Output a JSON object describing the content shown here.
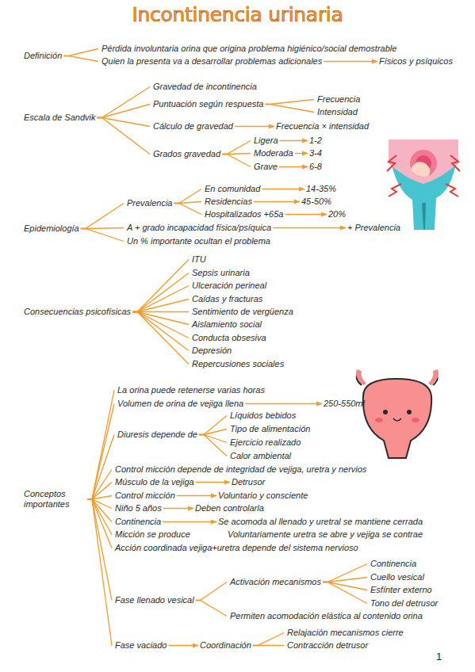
{
  "diagram": {
    "title": "Incontinencia urinaria",
    "nodes": [
      {
        "text": [
          "Definición"
        ]
      },
      {
        "text": [
          "Pérdida involuntaria orina que origina problema higiénico/social demostrable"
        ]
      },
      {
        "text": [
          "Quien la presenta va a desarrollar problemas adicionales"
        ]
      },
      {
        "text": [
          "Físicos y psíquicos"
        ]
      },
      {
        "text": [
          "Escala de Sandvik"
        ]
      },
      {
        "text": [
          "Gravedad de incontinencia"
        ]
      },
      {
        "text": [
          "Puntuación según respuesta"
        ]
      },
      {
        "text": [
          "Frecuencia"
        ]
      },
      {
        "text": [
          "Intensidad"
        ]
      },
      {
        "text": [
          "Cálculo de gravedad"
        ]
      },
      {
        "text": [
          "Frecuencia × intensidad"
        ]
      },
      {
        "text": [
          "Grados gravedad"
        ]
      },
      {
        "text": [
          "Ligera"
        ]
      },
      {
        "text": [
          "1-2"
        ]
      },
      {
        "text": [
          "Moderada"
        ]
      },
      {
        "text": [
          "3-4"
        ]
      },
      {
        "text": [
          "Grave"
        ]
      },
      {
        "text": [
          "6-8"
        ]
      },
      {
        "text": [
          "Epidemiología"
        ]
      },
      {
        "text": [
          "Prevalencia"
        ]
      },
      {
        "text": [
          "En comunidad"
        ]
      },
      {
        "text": [
          "14-35%"
        ]
      },
      {
        "text": [
          "Residencias"
        ]
      },
      {
        "text": [
          "45-50%"
        ]
      },
      {
        "text": [
          "Hospitalizados +65a"
        ]
      },
      {
        "text": [
          "20%"
        ]
      },
      {
        "text": [
          "A + grado incapacidad física/psíquica"
        ]
      },
      {
        "text": [
          "+ Prevalencia"
        ]
      },
      {
        "text": [
          "Un % importante ocultan el problema"
        ]
      },
      {
        "text": [
          "Consecuencias psicofísicas"
        ]
      },
      {
        "text": [
          "ITU"
        ]
      },
      {
        "text": [
          "Sepsis urinaria"
        ]
      },
      {
        "text": [
          "Ulceración perineal"
        ]
      },
      {
        "text": [
          "Caídas y fracturas"
        ]
      },
      {
        "text": [
          "Sentimiento de vergüenza"
        ]
      },
      {
        "text": [
          "Aislamiento social"
        ]
      },
      {
        "text": [
          "Conducta obsesiva"
        ]
      },
      {
        "text": [
          "Depresión"
        ]
      },
      {
        "text": [
          "Repercusiones sociales"
        ]
      },
      {
        "text": [
          "Conceptos importantes"
        ]
      },
      {
        "text": [
          "La orina puede retenerse varias horas"
        ]
      },
      {
        "text": [
          "Volumen de orina de vejiga llena"
        ]
      },
      {
        "text": [
          "250-550ml"
        ]
      },
      {
        "text": [
          "Diuresis depende de"
        ]
      },
      {
        "text": [
          "Líquidos bebidos"
        ]
      },
      {
        "text": [
          "Tipo de alimentación"
        ]
      },
      {
        "text": [
          "Ejercicio realizado"
        ]
      },
      {
        "text": [
          "Calor ambiental"
        ]
      },
      {
        "text": [
          "Control micción depende de integridad de vejiga, uretra y nervios"
        ]
      },
      {
        "text": [
          "Músculo de la vejiga"
        ]
      },
      {
        "text": [
          "Detrusor"
        ]
      },
      {
        "text": [
          "Control micción"
        ]
      },
      {
        "text": [
          "Voluntario y consciente"
        ]
      },
      {
        "text": [
          "Niño 5 años"
        ]
      },
      {
        "text": [
          "Deben controlarla"
        ]
      },
      {
        "text": [
          "Continencia"
        ]
      },
      {
        "text": [
          "Se acomoda al llenado y uretral se mantiene cerrada"
        ]
      },
      {
        "text": [
          "Micción se produce"
        ]
      },
      {
        "text": [
          "Voluntariamente uretra se abre y vejiga se contrae"
        ]
      },
      {
        "text": [
          "Acción coordinada vejiga+uretra depende del sistema nervioso"
        ]
      },
      {
        "text": [
          "Fase llenado vesical"
        ]
      },
      {
        "text": [
          "Activación mecanismos"
        ]
      },
      {
        "text": [
          "Continencia"
        ]
      },
      {
        "text": [
          "Cuello vesical"
        ]
      },
      {
        "text": [
          "Esfínter externo"
        ]
      },
      {
        "text": [
          "Tono del detrusor"
        ]
      },
      {
        "text": [
          "Permiten acomodación elástica al contenido orina"
        ]
      },
      {
        "text": [
          "Fase vaciado"
        ]
      },
      {
        "text": [
          "Coordinación"
        ]
      },
      {
        "text": [
          "Relajación mecanismos cierre"
        ]
      },
      {
        "text": [
          "Contracción detrusor"
        ]
      }
    ],
    "edges": [
      {
        "from": 0,
        "to": 1,
        "arrow": "none"
      },
      {
        "from": 0,
        "to": 2,
        "arrow": "none"
      },
      {
        "from": 2,
        "to": 3,
        "arrow": "to"
      },
      {
        "from": 4,
        "to": 5,
        "arrow": "none"
      },
      {
        "from": 4,
        "to": 6,
        "arrow": "none"
      },
      {
        "from": 4,
        "to": 9,
        "arrow": "none"
      },
      {
        "from": 4,
        "to": 11,
        "arrow": "none"
      },
      {
        "from": 6,
        "to": 7,
        "arrow": "none"
      },
      {
        "from": 6,
        "to": 8,
        "arrow": "none"
      },
      {
        "from": 9,
        "to": 10,
        "arrow": "to"
      },
      {
        "from": 11,
        "to": 12,
        "arrow": "none"
      },
      {
        "from": 11,
        "to": 14,
        "arrow": "none"
      },
      {
        "from": 11,
        "to": 16,
        "arrow": "none"
      },
      {
        "from": 12,
        "to": 13,
        "arrow": "to"
      },
      {
        "from": 14,
        "to": 15,
        "arrow": "to"
      },
      {
        "from": 16,
        "to": 17,
        "arrow": "to"
      },
      {
        "from": 18,
        "to": 19,
        "arrow": "none"
      },
      {
        "from": 18,
        "to": 26,
        "arrow": "none"
      },
      {
        "from": 18,
        "to": 28,
        "arrow": "none"
      },
      {
        "from": 19,
        "to": 20,
        "arrow": "none"
      },
      {
        "from": 19,
        "to": 22,
        "arrow": "none"
      },
      {
        "from": 19,
        "to": 24,
        "arrow": "none"
      },
      {
        "from": 20,
        "to": 21,
        "arrow": "to"
      },
      {
        "from": 22,
        "to": 23,
        "arrow": "to"
      },
      {
        "from": 24,
        "to": 25,
        "arrow": "to"
      },
      {
        "from": 26,
        "to": 27,
        "arrow": "to"
      },
      {
        "from": 29,
        "to": 30,
        "arrow": "none"
      },
      {
        "from": 29,
        "to": 31,
        "arrow": "none"
      },
      {
        "from": 29,
        "to": 32,
        "arrow": "none"
      },
      {
        "from": 29,
        "to": 33,
        "arrow": "none"
      },
      {
        "from": 29,
        "to": 34,
        "arrow": "none"
      },
      {
        "from": 29,
        "to": 35,
        "arrow": "none"
      },
      {
        "from": 29,
        "to": 36,
        "arrow": "none"
      },
      {
        "from": 29,
        "to": 37,
        "arrow": "none"
      },
      {
        "from": 29,
        "to": 38,
        "arrow": "none"
      },
      {
        "from": 39,
        "to": 40,
        "arrow": "none"
      },
      {
        "from": 39,
        "to": 41,
        "arrow": "none"
      },
      {
        "from": 39,
        "to": 43,
        "arrow": "none"
      },
      {
        "from": 39,
        "to": 48,
        "arrow": "none"
      },
      {
        "from": 39,
        "to": 49,
        "arrow": "none"
      },
      {
        "from": 39,
        "to": 51,
        "arrow": "none"
      },
      {
        "from": 39,
        "to": 53,
        "arrow": "none"
      },
      {
        "from": 39,
        "to": 55,
        "arrow": "none"
      },
      {
        "from": 39,
        "to": 57,
        "arrow": "none"
      },
      {
        "from": 39,
        "to": 59,
        "arrow": "none"
      },
      {
        "from": 39,
        "to": 60,
        "arrow": "none"
      },
      {
        "from": 39,
        "to": 67,
        "arrow": "none"
      },
      {
        "from": 41,
        "to": 42,
        "arrow": "to"
      },
      {
        "from": 43,
        "to": 44,
        "arrow": "none"
      },
      {
        "from": 43,
        "to": 45,
        "arrow": "none"
      },
      {
        "from": 43,
        "to": 46,
        "arrow": "none"
      },
      {
        "from": 43,
        "to": 47,
        "arrow": "none"
      },
      {
        "from": 49,
        "to": 50,
        "arrow": "to"
      },
      {
        "from": 51,
        "to": 52,
        "arrow": "to"
      },
      {
        "from": 53,
        "to": 54,
        "arrow": "to"
      },
      {
        "from": 55,
        "to": 56,
        "arrow": "to"
      },
      {
        "from": 60,
        "to": 61,
        "arrow": "none"
      },
      {
        "from": 60,
        "to": 66,
        "arrow": "none"
      },
      {
        "from": 61,
        "to": 62,
        "arrow": "none"
      },
      {
        "from": 61,
        "to": 63,
        "arrow": "none"
      },
      {
        "from": 61,
        "to": 64,
        "arrow": "none"
      },
      {
        "from": 61,
        "to": 65,
        "arrow": "none"
      },
      {
        "from": 67,
        "to": 68,
        "arrow": "to"
      },
      {
        "from": 68,
        "to": 69,
        "arrow": "none"
      },
      {
        "from": 68,
        "to": 70,
        "arrow": "none"
      }
    ],
    "labels": [
      "1"
    ]
  }
}
